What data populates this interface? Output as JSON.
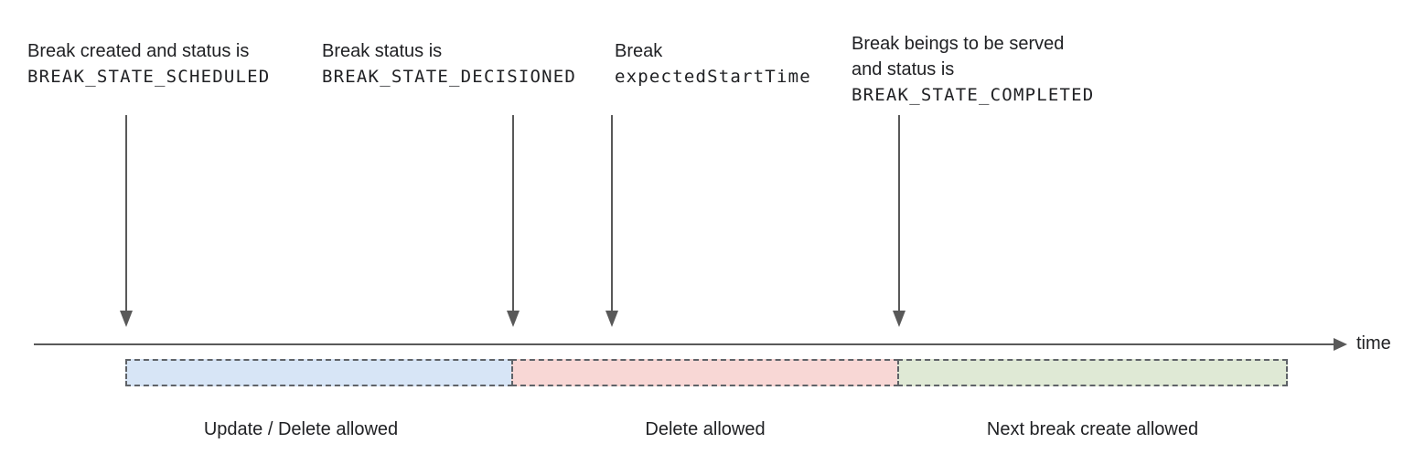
{
  "diagram": {
    "text_color": "#202124",
    "arrow_color": "#595959",
    "segment_border_color": "#5f6368",
    "annotations": [
      {
        "line1": "Break created and status is",
        "line2": "BREAK_STATE_SCHEDULED"
      },
      {
        "line1": "Break status is",
        "line2": "BREAK_STATE_DECISIONED"
      },
      {
        "line1": "Break",
        "line2": "expectedStartTime"
      },
      {
        "line1": "Break beings to be served",
        "line2": "and status is",
        "line3": "BREAK_STATE_COMPLETED"
      }
    ],
    "timeline": {
      "axis_label": "time"
    },
    "segments": [
      {
        "label": "Update / Delete allowed",
        "fill": "#d7e5f6"
      },
      {
        "label": "Delete allowed",
        "fill": "#f8d7d5"
      },
      {
        "label": "Next break create allowed",
        "fill": "#dfe9d5"
      }
    ]
  }
}
